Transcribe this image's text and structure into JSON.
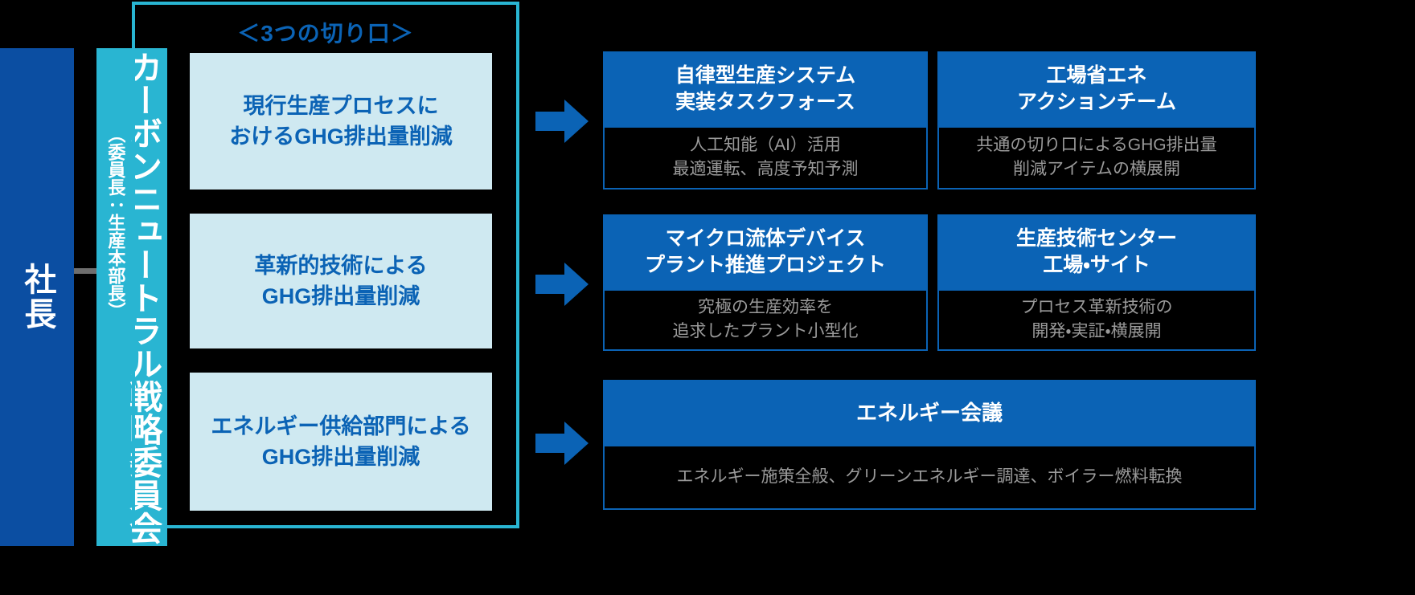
{
  "org": {
    "president": "社長",
    "committee": {
      "title": "カーボンニュートラル戦略委員会",
      "subtitle": "（委員長：生産本部長）"
    }
  },
  "group": {
    "heading": "＜3つの切り口＞",
    "themes": [
      {
        "id": "theme-current-process",
        "text": "現行生産プロセスに\nおけるGHG排出量削減"
      },
      {
        "id": "theme-innovative-tech",
        "text": "革新的技術による\nGHG排出量削減"
      },
      {
        "id": "theme-energy-supply",
        "text": "エネルギー供給部門による\nGHG排出量削減"
      }
    ]
  },
  "arrows": [
    {
      "id": "arrow-row-1",
      "glyph": "right-arrow"
    },
    {
      "id": "arrow-row-2",
      "glyph": "right-arrow"
    },
    {
      "id": "arrow-row-3",
      "glyph": "right-arrow"
    }
  ],
  "teams": [
    {
      "id": "team-autonomous-production",
      "title": "自律型生産システム\n実装タスクフォース",
      "desc": "人工知能（AI）活用\n最適運転、高度予知予測"
    },
    {
      "id": "team-factory-energy-saving",
      "title": "工場省エネ\nアクションチーム",
      "desc": "共通の切り口によるGHG排出量\n削減アイテムの横展開"
    },
    {
      "id": "team-microfluidic-device",
      "title": "マイクロ流体デバイス\nプラント推進プロジェクト",
      "desc": "究極の生産効率を\n追求したプラント小型化"
    },
    {
      "id": "team-production-tech-center",
      "title": "生産技術センター\n工場・サイト",
      "desc": "プロセス革新技術の\n開発・実証・横展開"
    },
    {
      "id": "team-energy-conference",
      "title": "エネルギー会議",
      "desc": "エネルギー施策全般、グリーンエネルギー調達、ボイラー燃料転換"
    }
  ],
  "colors": {
    "background": "#000000",
    "president_blue": "#0b4ea2",
    "committee_cyan": "#29b5d2",
    "theme_fill": "#cfe9f1",
    "accent_blue": "#0b63b5",
    "body_gray": "#9a9a9a",
    "connector_gray": "#6e6e6e"
  }
}
